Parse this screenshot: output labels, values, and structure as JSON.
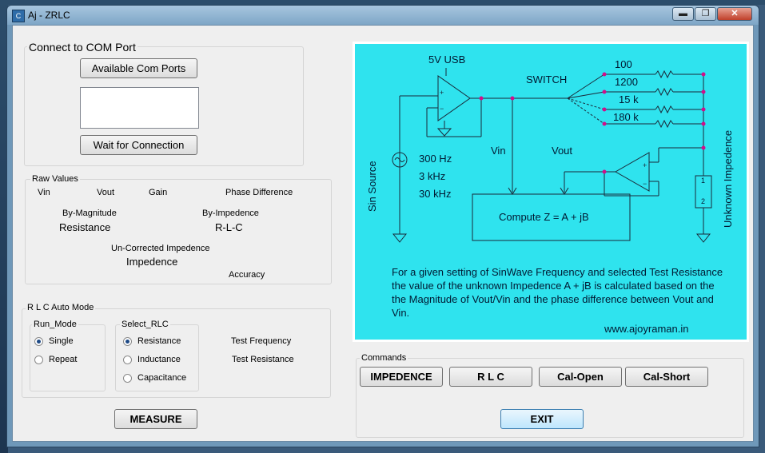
{
  "window": {
    "title": "Aj - ZRLC",
    "icon_letter": "C",
    "min": "▬",
    "max": "❐",
    "close": "✕"
  },
  "com": {
    "group_label": "Connect to COM Port",
    "available_button": "Available Com Ports",
    "wait_button": "Wait for Connection"
  },
  "raw": {
    "group_label": "Raw Values",
    "vin": "Vin",
    "vout": "Vout",
    "gain": "Gain",
    "phase": "Phase Difference",
    "by_magnitude": "By-Magnitude",
    "resistance": "Resistance",
    "by_impedence": "By-Impedence",
    "rlc": "R-L-C",
    "uncorrected": "Un-Corrected Impedence",
    "impedence": "Impedence",
    "accuracy": "Accuracy"
  },
  "auto": {
    "group_label": "R L C Auto Mode",
    "run_mode": {
      "label": "Run_Mode",
      "options": [
        "Single",
        "Repeat"
      ],
      "selected": "Single"
    },
    "select_rlc": {
      "label": "Select_RLC",
      "options": [
        "Resistance",
        "Inductance",
        "Capacitance"
      ],
      "selected": "Resistance"
    },
    "test_frequency": "Test Frequency",
    "test_resistance": "Test Resistance"
  },
  "measure_button": "MEASURE",
  "commands": {
    "group_label": "Commands",
    "impedence": "IMPEDENCE",
    "rlc": "R  L  C",
    "cal_open": "Cal-Open",
    "cal_short": "Cal-Short",
    "exit": "EXIT"
  },
  "diagram": {
    "usb": "5V USB",
    "switch": "SWITCH",
    "resistors": [
      "100",
      "1200",
      "15 k",
      "180 k"
    ],
    "sin_source": "Sin Source",
    "freqs": [
      "300 Hz",
      "3 kHz",
      "30 kHz"
    ],
    "vin": "Vin",
    "vout": "Vout",
    "compute": "Compute Z = A + jB",
    "unknown": "Unknown Impedence",
    "pin1": "1",
    "pin2": "2",
    "description": "For a given setting of SinWave Frequency and selected Test Resistance the value of the  unknown Impedence  A + jB  is calculated  based on the the  Magnitude of Vout/Vin and the phase difference between Vout and  Vin.",
    "website": "www.ajoyraman.in"
  },
  "colors": {
    "diagram_bg": "#2fe3ee",
    "node": "#d0108a",
    "wire": "#1a2a3a"
  }
}
